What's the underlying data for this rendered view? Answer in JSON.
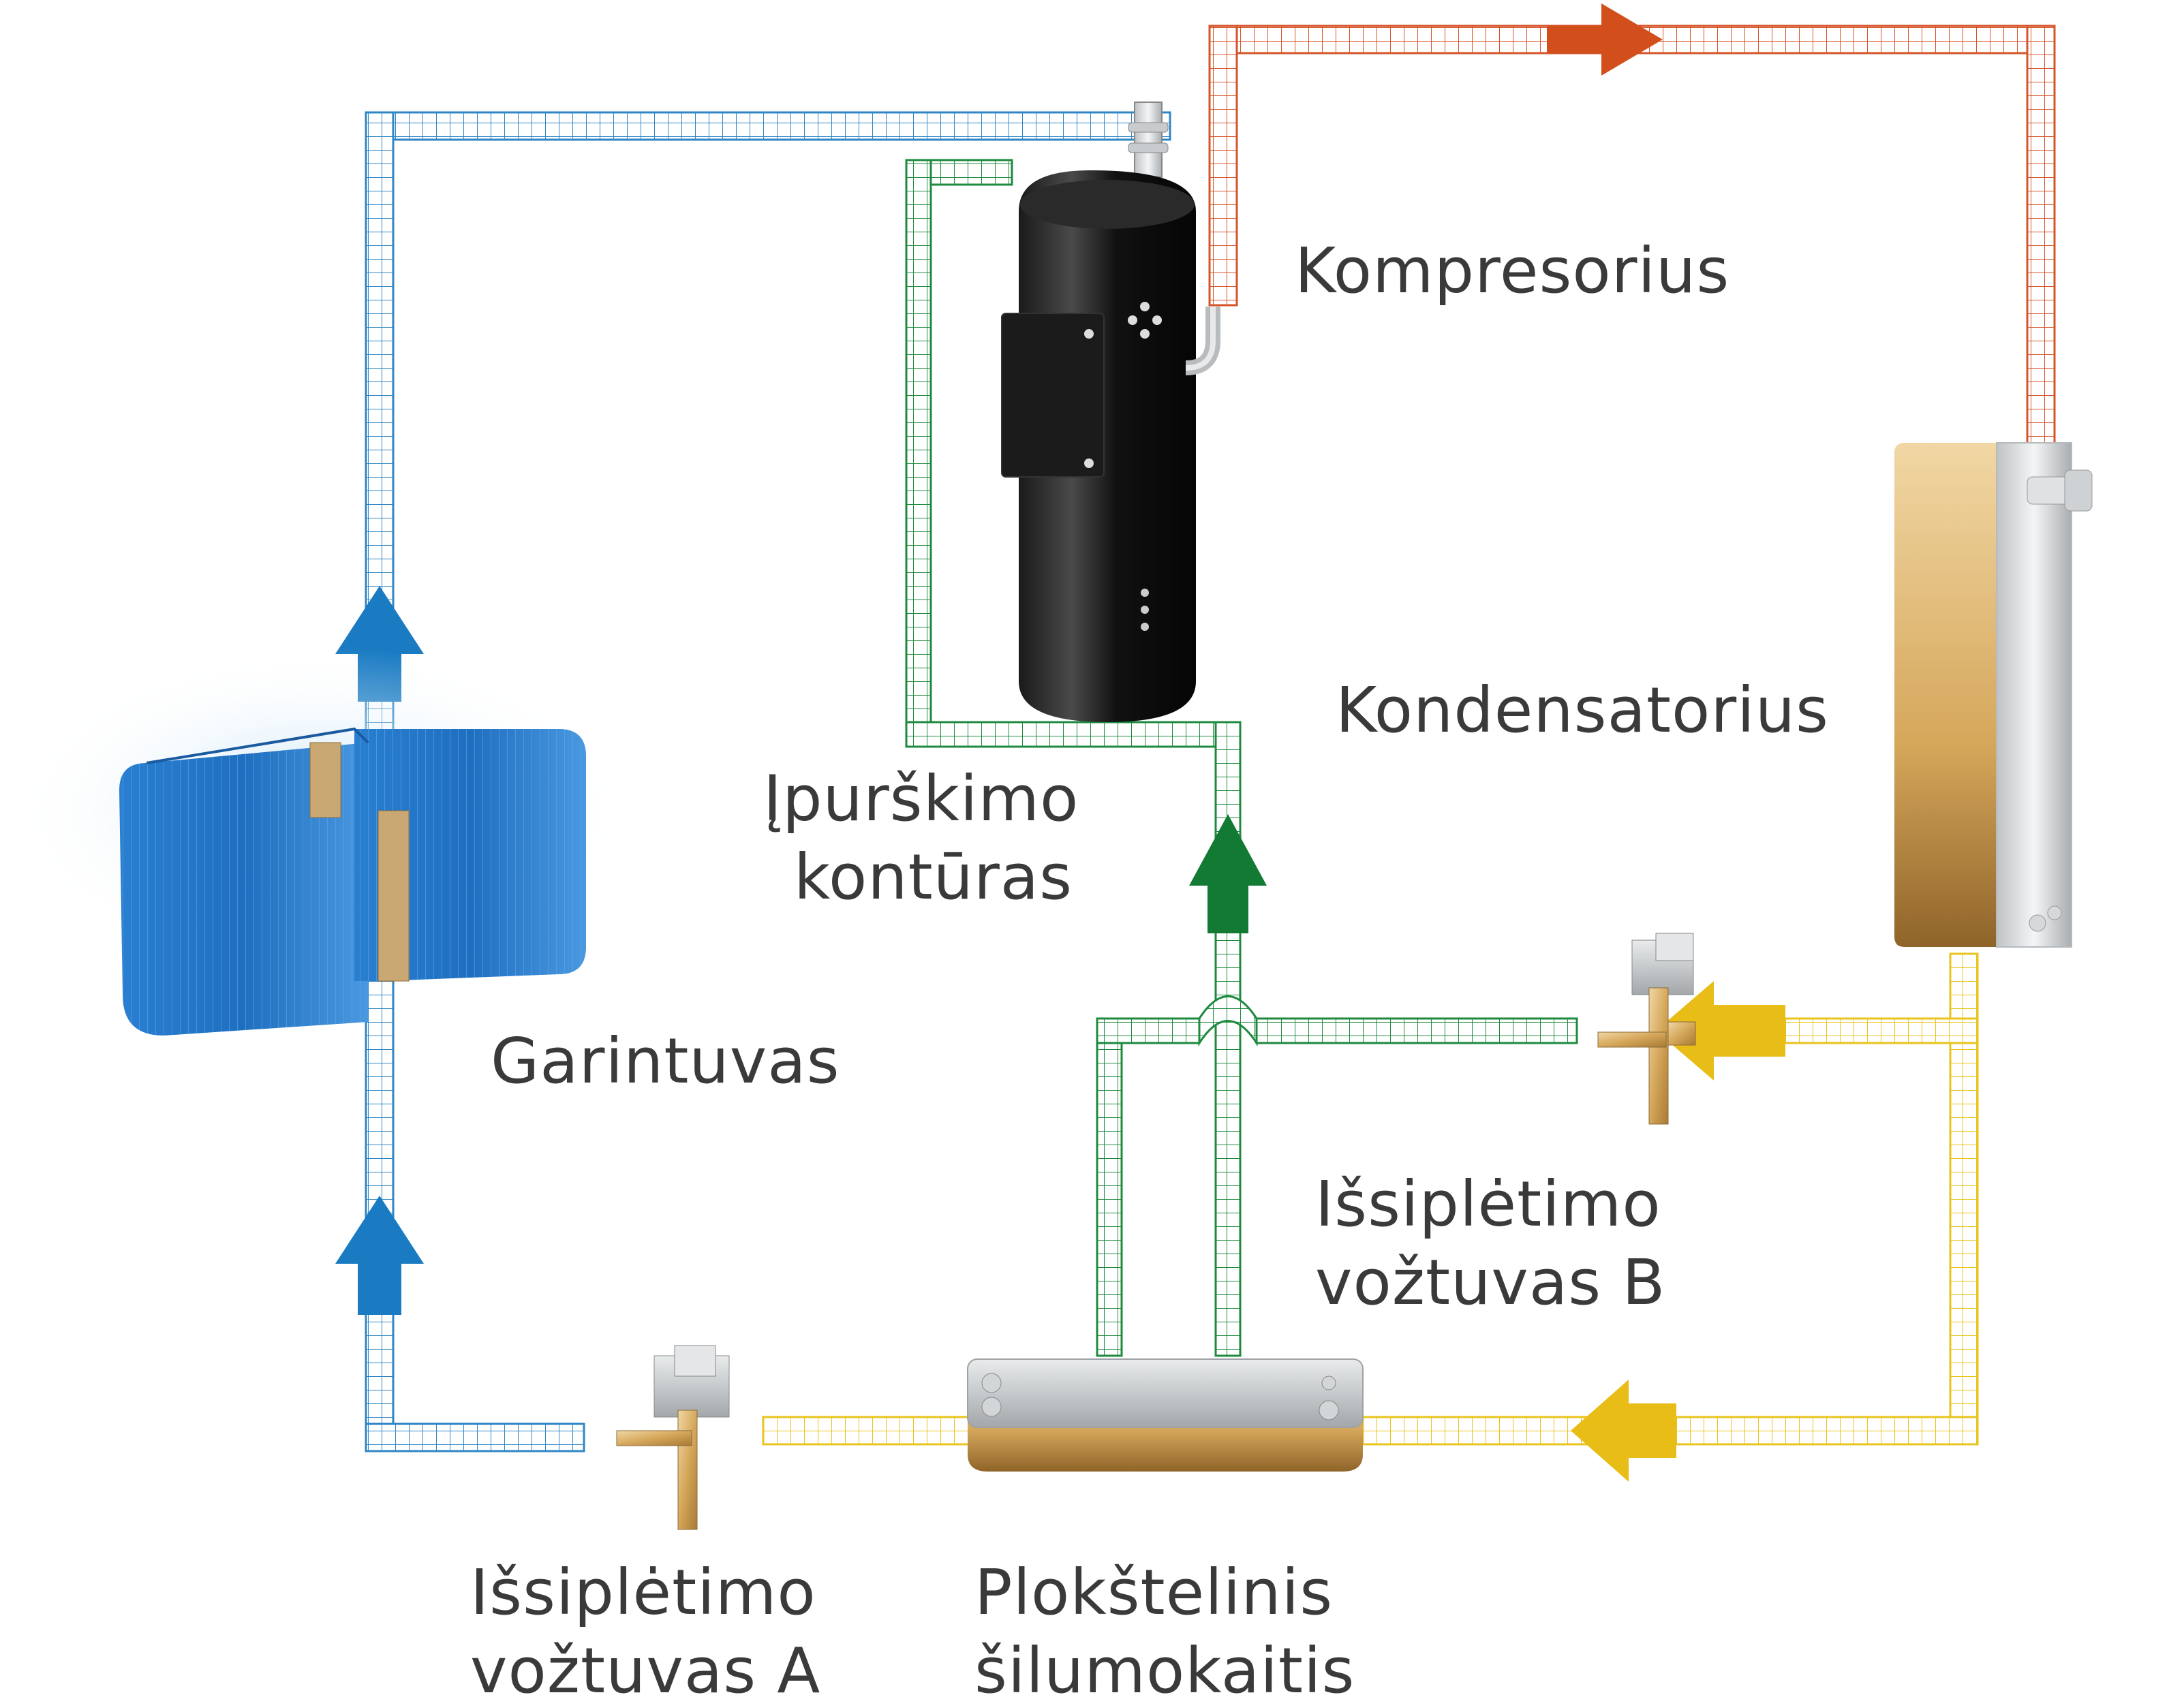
{
  "colors": {
    "blue_pipe": "#2f86c4",
    "green_pipe": "#1e8a3e",
    "orange_pipe": "#d6542a",
    "yellow_pipe": "#e8c41c",
    "arrow_blue": "#1a7bc3",
    "arrow_green": "#137a34",
    "arrow_orange": "#d24f1c",
    "arrow_yellow": "#e9bd18",
    "label_text": "#3a3a3a"
  },
  "labels": {
    "compressor": "Kompresorius",
    "condenser": "Kondensatorius",
    "evaporator": "Garintuvas",
    "injection_line1": "Įpurškimo",
    "injection_line2": "kontūras",
    "valve_b_line1": "Išsiplėtimo",
    "valve_b_line2": "vožtuvas B",
    "valve_a_line1": "Išsiplėtimo",
    "valve_a_line2": "vožtuvas A",
    "plate_hx_line1": "Plokštelinis",
    "plate_hx_line2": "šilumokaitis"
  }
}
